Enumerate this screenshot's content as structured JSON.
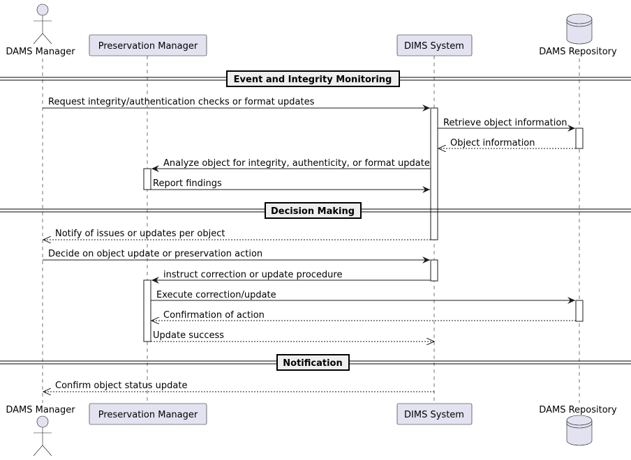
{
  "participants": {
    "dams_manager": "DAMS Manager",
    "preservation_manager": "Preservation Manager",
    "dims_system": "DIMS System",
    "dams_repository": "DAMS Repository"
  },
  "dividers": {
    "event_monitoring": "Event and Integrity Monitoring",
    "decision_making": "Decision Making",
    "notification": "Notification"
  },
  "messages": {
    "m1": "Request integrity/authentication checks or format updates",
    "m2": "Retrieve object information",
    "m3": "Object information",
    "m4": "Analyze object for integrity, authenticity, or format update",
    "m5": "Report findings",
    "m6": "Notify of issues or updates per object",
    "m7": "Decide on object update or preservation action",
    "m8": "instruct correction or update procedure",
    "m9": "Execute correction/update",
    "m10": "Confirmation of action",
    "m11": "Update success",
    "m12": "Confirm object status update"
  },
  "colors": {
    "participant_fill": "#e2e2f0",
    "line": "#181818",
    "divider_fill": "#eeeeee"
  }
}
